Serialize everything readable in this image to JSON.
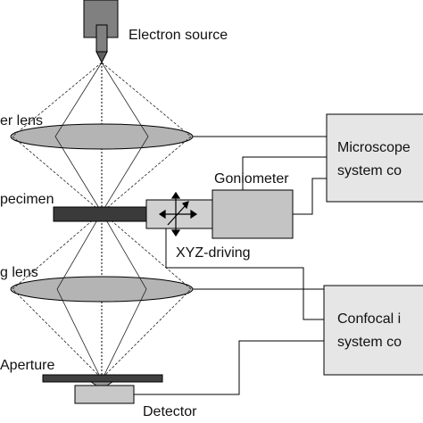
{
  "labels": {
    "electron_source": "Electron source",
    "condenser_lens": "er lens",
    "goniometer": "Goniometer",
    "specimen": "pecimen",
    "xyz_driving": "XYZ-driving",
    "imaging_lens": "g lens",
    "aperture": "Aperture",
    "detector": "Detector"
  },
  "boxes": {
    "microscope_line1": "Microscope",
    "microscope_line2": "system co",
    "confocal_line1": "Confocal i",
    "confocal_line2": "system co"
  },
  "colors": {
    "gun": "#808080",
    "lens": "#b4b4b4",
    "specimen": "#3a3a3a",
    "goniometer": "#c4c4c4",
    "stage": "#d0d0d0",
    "box": "#e6e6e6",
    "aperture": "#404040",
    "detector": "#c8c8c8"
  }
}
